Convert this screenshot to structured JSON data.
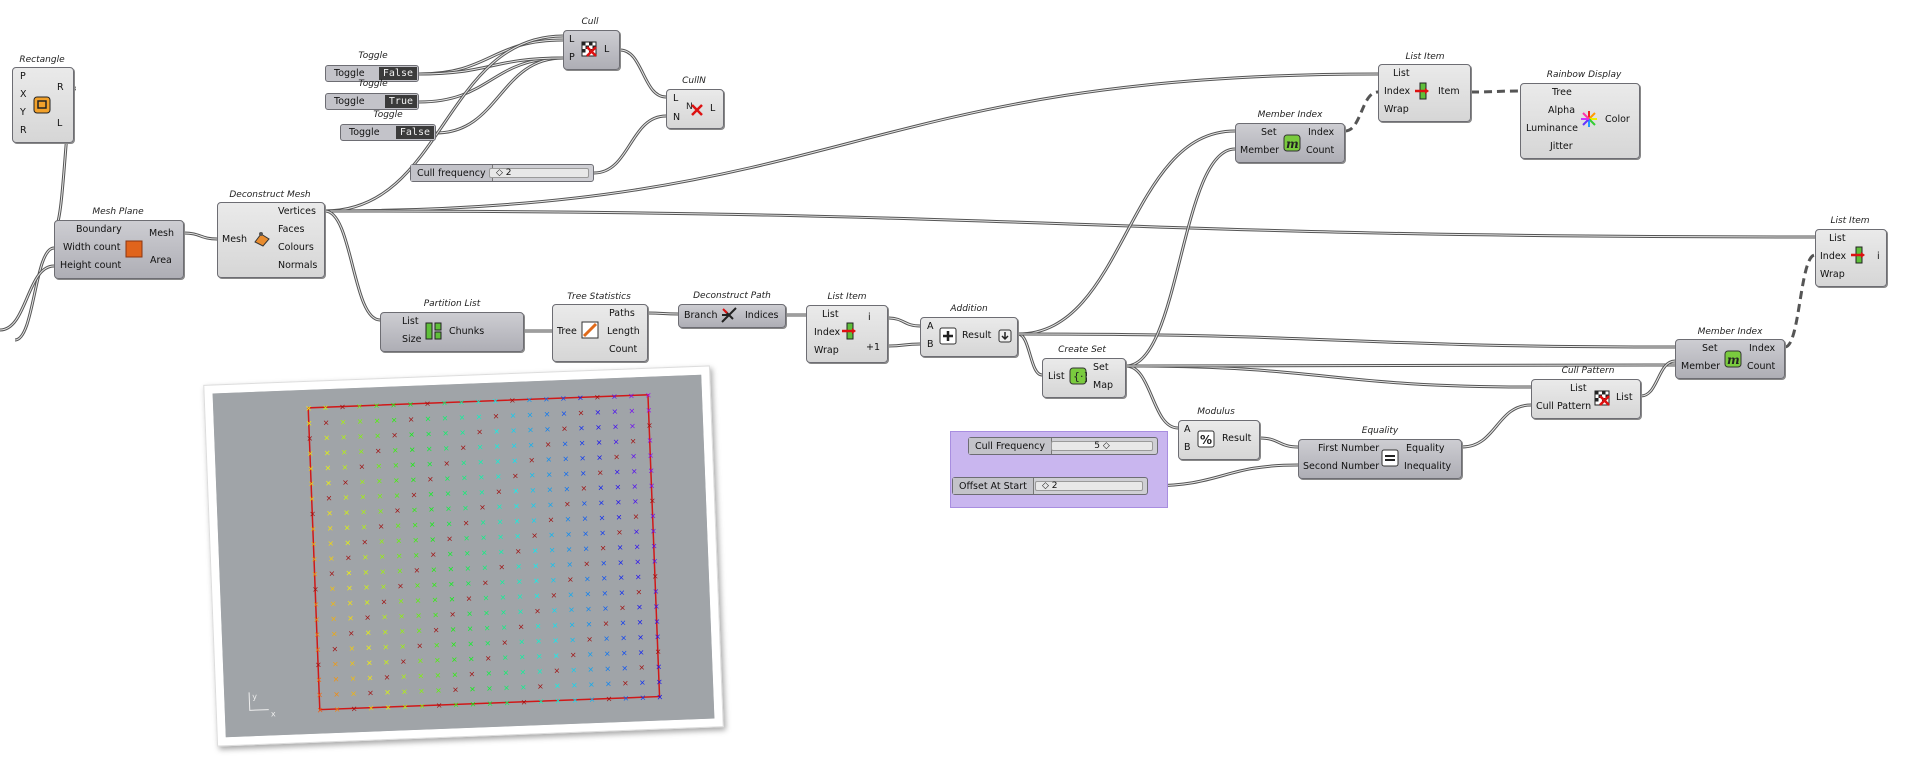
{
  "components": {
    "rectangle": {
      "title": "Rectangle",
      "inputs": [
        "P",
        "X",
        "Y",
        "R"
      ],
      "outputs": [
        "R",
        "L"
      ]
    },
    "toggle1": {
      "title": "Toggle",
      "label": "Toggle",
      "value": "False"
    },
    "toggle2": {
      "title": "Toggle",
      "label": "Toggle",
      "value": "True"
    },
    "toggle3": {
      "title": "Toggle",
      "label": "Toggle",
      "value": "False"
    },
    "cull": {
      "title": "Cull",
      "inputs": [
        "L",
        "P"
      ],
      "outputs": [
        "L"
      ]
    },
    "culln": {
      "title": "CullN",
      "inputs": [
        "L",
        "N"
      ],
      "outputs": [
        "L"
      ]
    },
    "cull_frequency": {
      "label": "Cull frequency",
      "value": "◇ 2"
    },
    "mesh_plane": {
      "title": "Mesh Plane",
      "inputs": [
        "Boundary",
        "Width count",
        "Height count"
      ],
      "outputs": [
        "Mesh",
        "Area"
      ]
    },
    "deconstruct_mesh": {
      "title": "Deconstruct Mesh",
      "inputs": [
        "Mesh"
      ],
      "outputs": [
        "Vertices",
        "Faces",
        "Colours",
        "Normals"
      ]
    },
    "partition_list": {
      "title": "Partition List",
      "inputs": [
        "List",
        "Size"
      ],
      "outputs": [
        "Chunks"
      ]
    },
    "tree_statistics": {
      "title": "Tree Statistics",
      "inputs": [
        "Tree"
      ],
      "outputs": [
        "Paths",
        "Length",
        "Count"
      ]
    },
    "deconstruct_path": {
      "title": "Deconstruct Path",
      "inputs": [
        "Branch"
      ],
      "outputs": [
        "Indices"
      ]
    },
    "list_item_1": {
      "title": "List Item",
      "inputs": [
        "List",
        "Index",
        "Wrap"
      ],
      "outputs": [
        "i",
        "+1"
      ]
    },
    "addition": {
      "title": "Addition",
      "inputs": [
        "A",
        "B"
      ],
      "outputs": [
        "Result"
      ]
    },
    "create_set": {
      "title": "Create Set",
      "inputs": [
        "List"
      ],
      "outputs": [
        "Set",
        "Map"
      ]
    },
    "modulus": {
      "title": "Modulus",
      "inputs": [
        "A",
        "B"
      ],
      "outputs": [
        "Result"
      ]
    },
    "equality": {
      "title": "Equality",
      "inputs": [
        "First Number",
        "Second Number"
      ],
      "outputs": [
        "Equality",
        "Inequality"
      ]
    },
    "cull_pattern": {
      "title": "Cull Pattern",
      "inputs": [
        "List",
        "Cull Pattern"
      ],
      "outputs": [
        "List"
      ]
    },
    "member_index_1": {
      "title": "Member Index",
      "inputs": [
        "Set",
        "Member"
      ],
      "outputs": [
        "Index",
        "Count"
      ]
    },
    "member_index_2": {
      "title": "Member Index",
      "inputs": [
        "Set",
        "Member"
      ],
      "outputs": [
        "Index",
        "Count"
      ]
    },
    "list_item_2": {
      "title": "List Item",
      "inputs": [
        "List",
        "Index",
        "Wrap"
      ],
      "outputs": [
        "Item"
      ]
    },
    "list_item_3": {
      "title": "List Item",
      "inputs": [
        "List",
        "Index",
        "Wrap"
      ],
      "outputs": [
        "i"
      ]
    },
    "rainbow_display": {
      "title": "Rainbow Display",
      "inputs": [
        "Tree",
        "Alpha",
        "Luminance",
        "Jitter"
      ],
      "outputs": [
        "Color"
      ]
    },
    "cull_freq_slider": {
      "label": "Cull Frequency",
      "value": "5 ◇"
    },
    "offset_slider": {
      "label": "Offset At Start",
      "value": "◇ 2"
    }
  },
  "colors": {
    "wire": "#555555",
    "accent_group": "#c9b6ef",
    "component_fill": "#b8b8be"
  },
  "viewport": {
    "axis_y": "y",
    "axis_x": "x"
  }
}
